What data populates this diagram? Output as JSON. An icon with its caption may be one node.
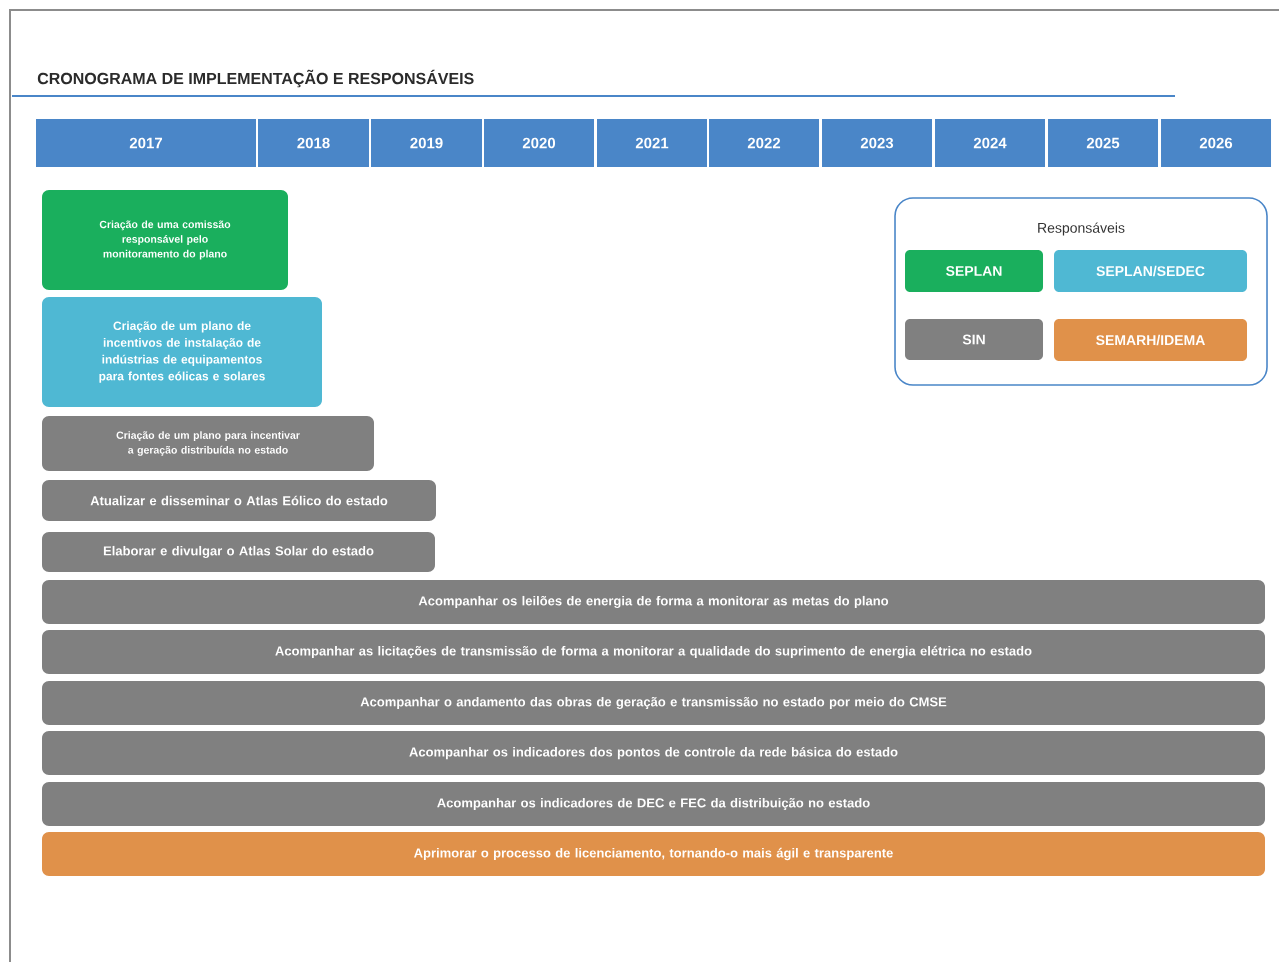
{
  "diagram": {
    "title": "CRONOGRAMA DE IMPLEMENTAÇÃO E RESPONSÁVEIS",
    "nodes": [
      {
        "text": [
          "2017"
        ]
      },
      {
        "text": [
          "2018"
        ]
      },
      {
        "text": [
          "2019"
        ]
      },
      {
        "text": [
          "2020"
        ]
      },
      {
        "text": [
          "2021"
        ]
      },
      {
        "text": [
          "2022"
        ]
      },
      {
        "text": [
          "2023"
        ]
      },
      {
        "text": [
          "2024"
        ]
      },
      {
        "text": [
          "2025"
        ]
      },
      {
        "text": [
          "2026"
        ]
      },
      {
        "text": [
          "Criação de uma comissão responsável pelo monitoramento do plano"
        ]
      },
      {
        "text": [
          "Criação de um plano de incentivos de instalação de indústrias de equipamentos para fontes eólicas e solares"
        ]
      },
      {
        "text": [
          "Criação de um plano para incentivar a geração distribuída no estado"
        ]
      },
      {
        "text": [
          "Atualizar e disseminar o Atlas Eólico do estado"
        ]
      },
      {
        "text": [
          "Elaborar e divulgar o Atlas Solar do estado"
        ]
      },
      {
        "text": [
          "Acompanhar os leilões de energia de forma a monitorar as metas do plano"
        ]
      },
      {
        "text": [
          "Acompanhar as licitações de transmissão de forma a monitorar a qualidade do suprimento de energia elétrica no estado"
        ]
      },
      {
        "text": [
          "Acompanhar o andamento das obras de geração e transmissão no estado por meio do CMSE"
        ]
      },
      {
        "text": [
          "Acompanhar os indicadores dos pontos de controle da rede básica do estado"
        ]
      },
      {
        "text": [
          "Acompanhar os indicadores de DEC e FEC da distribuição no estado"
        ]
      },
      {
        "text": [
          "Aprimorar o processo de licenciamento, tornando-o mais ágil e transparente"
        ]
      }
    ],
    "labels": [
      "Responsáveis"
    ],
    "legend": [
      {
        "text": "SEPLAN",
        "color": "#1aaf5d"
      },
      {
        "text": "SEPLAN/SEDEC",
        "color": "#4fb8d3"
      },
      {
        "text": "SIN",
        "color": "#808080"
      },
      {
        "text": "SEMARH/IDEMA",
        "color": "#e0914a"
      }
    ]
  }
}
